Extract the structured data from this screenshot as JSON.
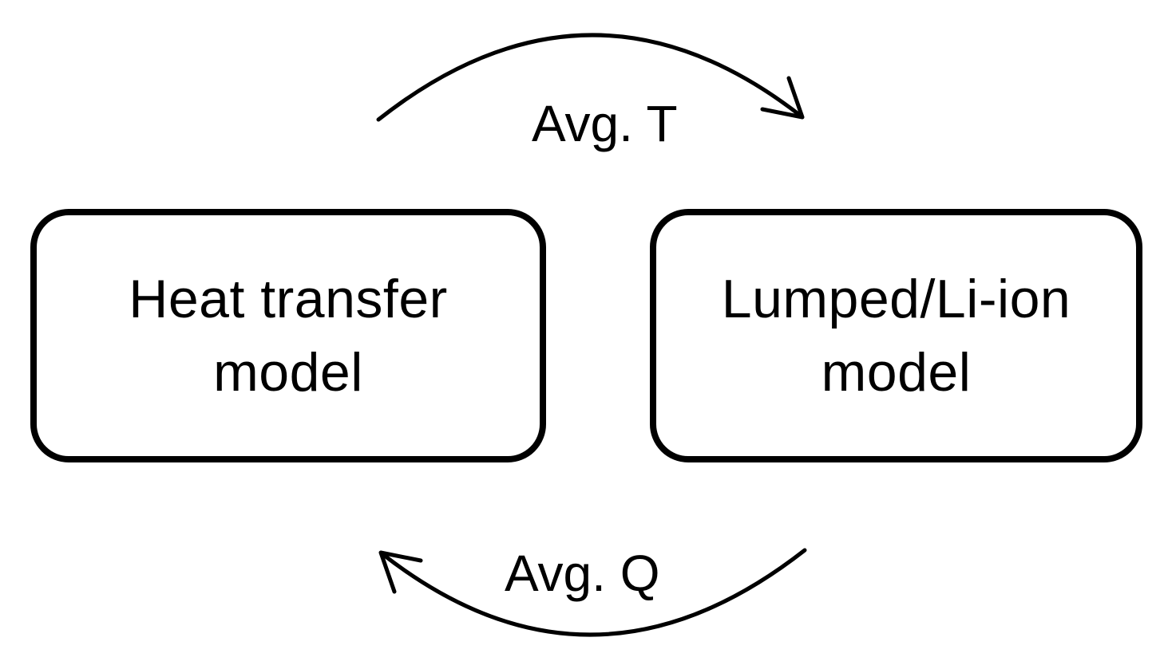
{
  "diagram": {
    "left_box": {
      "line1": "Heat transfer",
      "line2": "model"
    },
    "right_box": {
      "line1": "Lumped/Li-ion",
      "line2": "model"
    },
    "top_arrow": {
      "label": "Avg. T",
      "direction": "left-to-right"
    },
    "bottom_arrow": {
      "label": "Avg. Q",
      "direction": "right-to-left"
    },
    "colors": {
      "stroke": "#000000",
      "background": "#ffffff"
    }
  }
}
